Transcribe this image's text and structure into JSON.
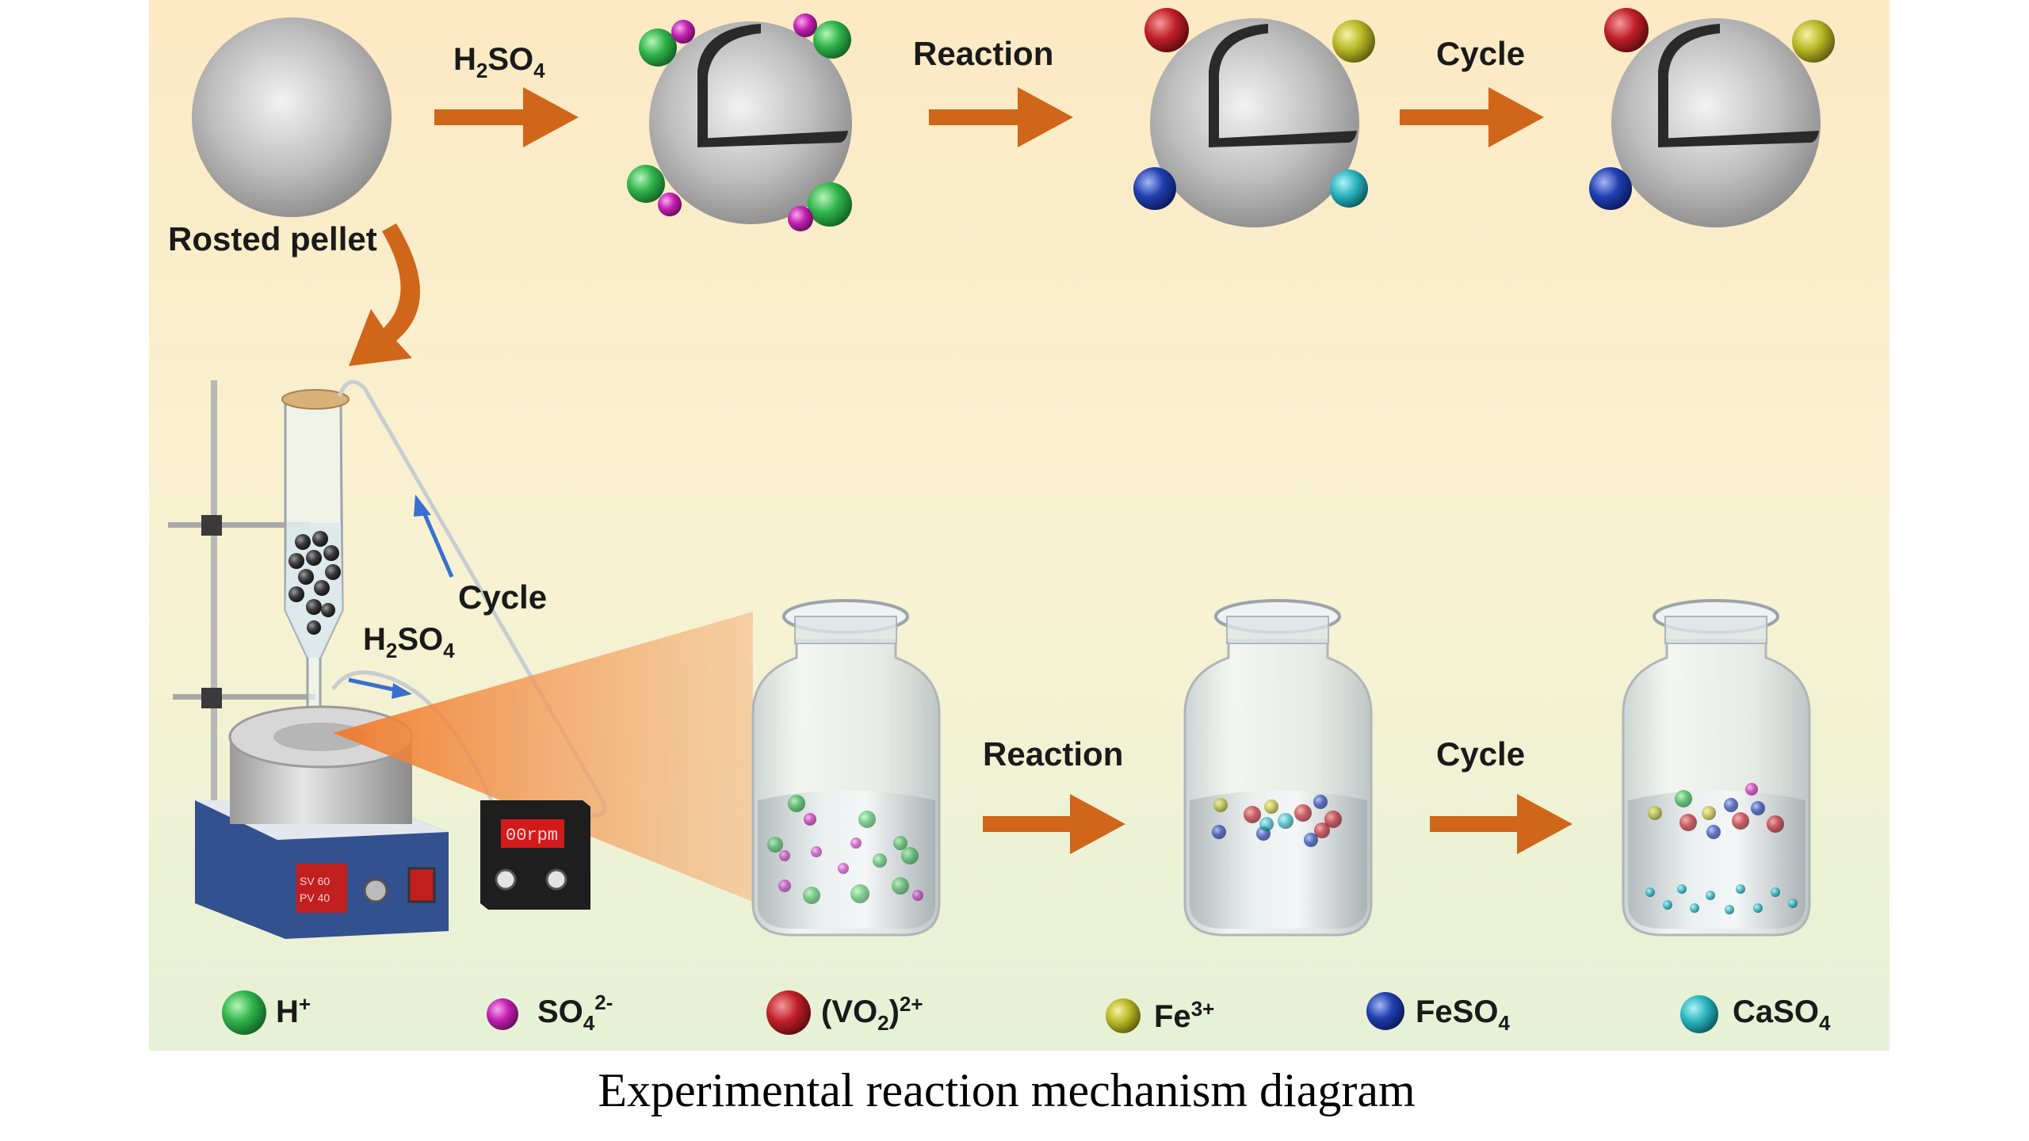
{
  "top_row": {
    "pellet_label": "Rosted pellet",
    "acid_label": {
      "main": "H",
      "sub1": "2",
      "mid": "SO",
      "sub2": "4"
    },
    "step2_label": "Reaction",
    "step3_label": "Cycle"
  },
  "apparatus": {
    "cycle_label": "Cycle",
    "acid_label": {
      "main": "H",
      "sub1": "2",
      "mid": "SO",
      "sub2": "4"
    },
    "stirrer_display": "00rpm",
    "heater_display_sv": "SV 60",
    "heater_display_pv": "PV 40"
  },
  "bottom_row": {
    "step1_label": "Reaction",
    "step2_label": "Cycle"
  },
  "legend": {
    "h": {
      "main": "H",
      "sup": "+"
    },
    "so4": {
      "main": "SO",
      "sub": "4",
      "sup": "2-"
    },
    "vo2": {
      "open": "(VO",
      "sub": "2",
      "close": ")",
      "sup": "2+"
    },
    "fe": {
      "main": "Fe",
      "sup": "3+"
    },
    "feso4": {
      "main": "FeSO",
      "sub": "4"
    },
    "caso4": {
      "main": "CaSO",
      "sub": "4"
    }
  },
  "caption": "Experimental reaction mechanism diagram",
  "colors": {
    "h_plus": "#2fb34a",
    "so4": "#c21fb0",
    "vo2": "#c0202a",
    "fe3": "#b9b826",
    "feso4": "#1f3fb0",
    "caso4": "#29b4c0",
    "arrow": "#d0661a"
  }
}
